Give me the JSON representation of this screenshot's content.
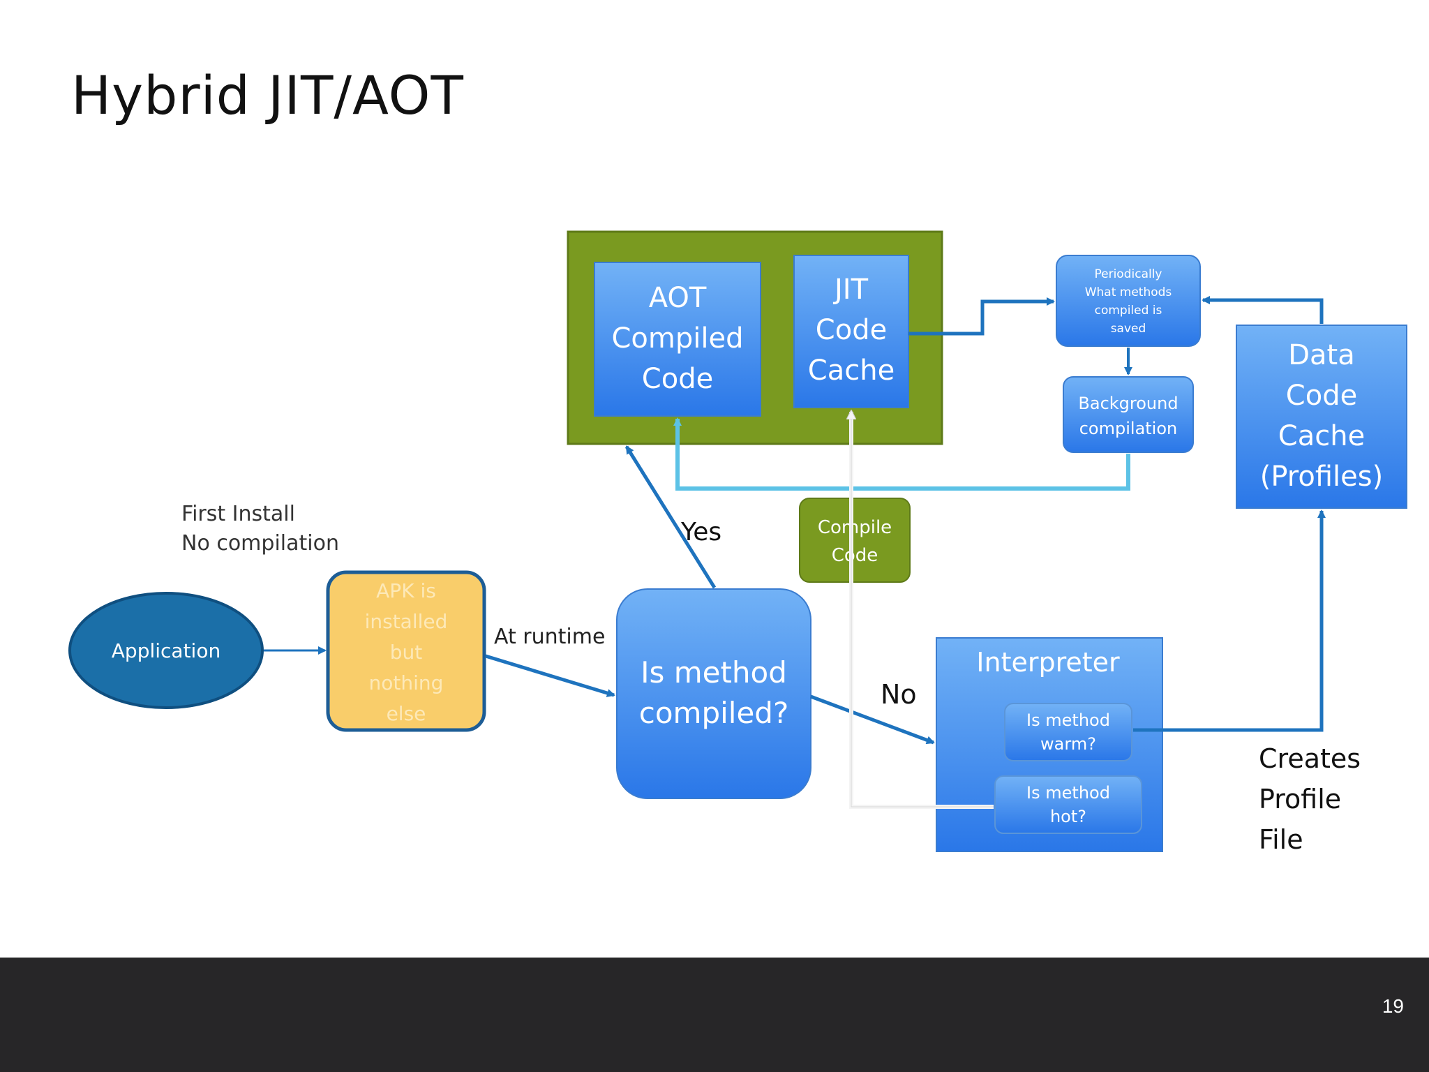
{
  "slide": {
    "title": "Hybrid JIT/AOT",
    "page_number": "19"
  },
  "colors": {
    "green": "#7a9a20",
    "blue_light": "#6fb0f5",
    "blue_dark": "#2a77e8",
    "navy": "#1a6aa8",
    "yellow": "#f9cd6a",
    "arrow_blue": "#1e73be",
    "arrow_cyan": "#5cc2e6",
    "footer": "#272628"
  },
  "diagram": {
    "application": "Application",
    "apk_lines": [
      "APK is",
      "installed",
      "but",
      "nothing",
      "else"
    ],
    "first_install_lines": [
      "First Install",
      "No compilation"
    ],
    "at_runtime": "At runtime",
    "is_method_compiled_lines": [
      "Is method",
      "compiled?"
    ],
    "yes": "Yes",
    "no": "No",
    "aot_lines": [
      "AOT",
      "Compiled",
      "Code"
    ],
    "jit_lines": [
      "JIT",
      "Code",
      "Cache"
    ],
    "compile_code_lines": [
      "Compile",
      "Code"
    ],
    "periodically_lines": [
      "Periodically",
      "What methods",
      "compiled is",
      "saved"
    ],
    "background_lines": [
      "Background",
      "compilation"
    ],
    "data_cache_lines": [
      "Data",
      "Code",
      "Cache",
      "(Profiles)"
    ],
    "interpreter": "Interpreter",
    "warm_lines": [
      "Is method",
      "warm?"
    ],
    "hot_lines": [
      "Is method",
      "hot?"
    ],
    "creates_profile_lines": [
      "Creates",
      "Profile",
      "File"
    ]
  }
}
